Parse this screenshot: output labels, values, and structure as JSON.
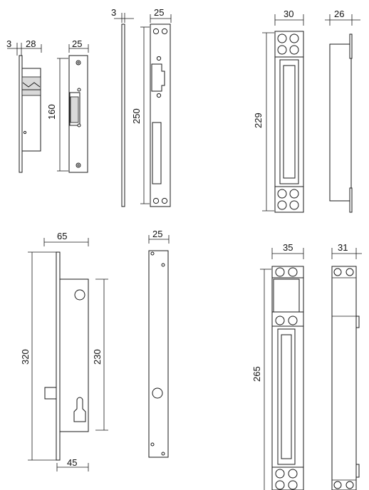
{
  "drawings": {
    "strike_small": {
      "thickness": "3",
      "depth": "28",
      "plate_width": "25",
      "height": "160"
    },
    "strike_long": {
      "thickness": "3",
      "plate_width": "25",
      "height": "250"
    },
    "magnet_short": {
      "width": "30",
      "depth": "26",
      "height": "229"
    },
    "mortise_lock": {
      "depth": "65",
      "height": "320",
      "body_height": "230",
      "backset": "45"
    },
    "striker_plate": {
      "plate_width": "25"
    },
    "magnet_long": {
      "width": "35",
      "depth": "31",
      "height": "265"
    }
  },
  "colors": {
    "line": "#1a1a1a",
    "fill": "#d9d9d9",
    "background": "#ffffff"
  }
}
